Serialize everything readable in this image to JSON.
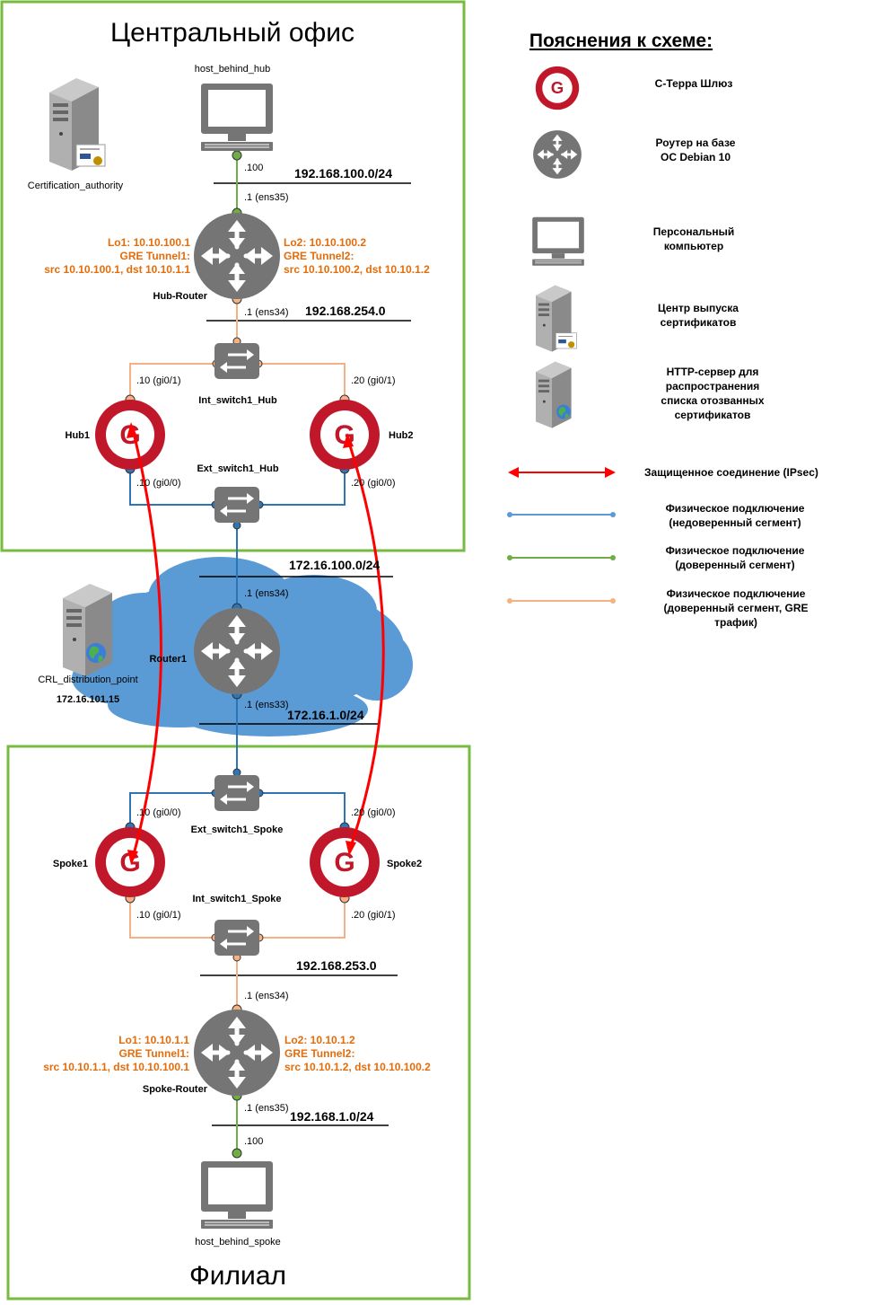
{
  "central_office": {
    "title": "Центральный офис",
    "host_behind_hub": {
      "label": "host_behind_hub",
      "ip": ".100"
    },
    "net_100": "192.168.100.0/24",
    "hub_router_ens35": ".1 (ens35)",
    "certification_authority": "Certification_authority",
    "hub_router": {
      "name": "Hub-Router",
      "lo1": [
        "Lo1: 10.10.100.1",
        "GRE Tunnel1:",
        "src 10.10.100.1, dst 10.10.1.1"
      ],
      "lo2": [
        "Lo2: 10.10.100.2",
        "GRE Tunnel2:",
        "src 10.10.100.2, dst 10.10.1.2"
      ]
    },
    "hub_router_ens34": ".1 (ens34)",
    "net_254": "192.168.254.0",
    "int_switch": "Int_switch1_Hub",
    "hub1": {
      "name": "Hub1",
      "gi01": ".10 (gi0/1)",
      "gi00": ".10 (gi0/0)"
    },
    "hub2": {
      "name": "Hub2",
      "gi01": ".20 (gi0/1)",
      "gi00": ".20 (gi0/0)"
    },
    "ext_switch": "Ext_switch1_Hub"
  },
  "internet": {
    "net_172_100": "172.16.100.0/24",
    "router1": {
      "name": "Router1",
      "ens34": ".1 (ens34)",
      "ens33": ".1 (ens33)"
    },
    "net_172_1": "172.16.1.0/24",
    "crl": {
      "name": "CRL_distribution_point",
      "ip": "172.16.101.15"
    }
  },
  "branch": {
    "title": "Филиал",
    "ext_switch": "Ext_switch1_Spoke",
    "spoke1": {
      "name": "Spoke1",
      "gi00": ".10 (gi0/0)",
      "gi01": ".10 (gi0/1)"
    },
    "spoke2": {
      "name": "Spoke2",
      "gi00": ".20 (gi0/0)",
      "gi01": ".20 (gi0/1)"
    },
    "int_switch": "Int_switch1_Spoke",
    "net_253": "192.168.253.0",
    "spoke_router_ens34": ".1 (ens34)",
    "spoke_router": {
      "name": "Spoke-Router",
      "lo1": [
        "Lo1: 10.10.1.1",
        "GRE Tunnel1:",
        "src 10.10.1.1, dst 10.10.100.1"
      ],
      "lo2": [
        "Lo2: 10.10.1.2",
        "GRE Tunnel2:",
        "src 10.10.1.2, dst 10.10.100.2"
      ]
    },
    "spoke_router_ens35": ".1 (ens35)",
    "net_1": "192.168.1.0/24",
    "host_behind_spoke": {
      "label": "host_behind_spoke",
      "ip": ".100"
    }
  },
  "legend": {
    "title": "Пояснения к схеме:",
    "gateway": "С-Терра Шлюз",
    "router": [
      "Роутер на базе",
      "ОС Debian 10"
    ],
    "pc": [
      "Персональный",
      "компьютер"
    ],
    "ca": [
      "Центр выпуска",
      "сертификатов"
    ],
    "http": [
      "HTTP-сервер для",
      "распространения",
      "списка отозванных",
      "сертификатов"
    ],
    "ipsec": "Защищенное соединение (IPsec)",
    "phys_untrusted": [
      "Физическое подключение",
      "(недоверенный сегмент)"
    ],
    "phys_trusted": [
      "Физическое подключение",
      "(доверенный сегмент)"
    ],
    "phys_gre": [
      "Физическое подключение",
      "(доверенный сегмент, GRE",
      "трафик)"
    ]
  },
  "colors": {
    "frame": "#77bb41",
    "cloud": "#5b9bd5",
    "gateway": "#c0182a",
    "router": "#757575",
    "untrusted": "#5b9bd5",
    "trusted": "#70ad47",
    "gre": "#f4b183",
    "ipsec": "#ff0000",
    "orange_text": "#e46c0a"
  },
  "icons": [
    "router-icon",
    "gateway-icon",
    "switch-icon",
    "monitor-icon",
    "server-certificate-icon",
    "server-globe-icon"
  ]
}
